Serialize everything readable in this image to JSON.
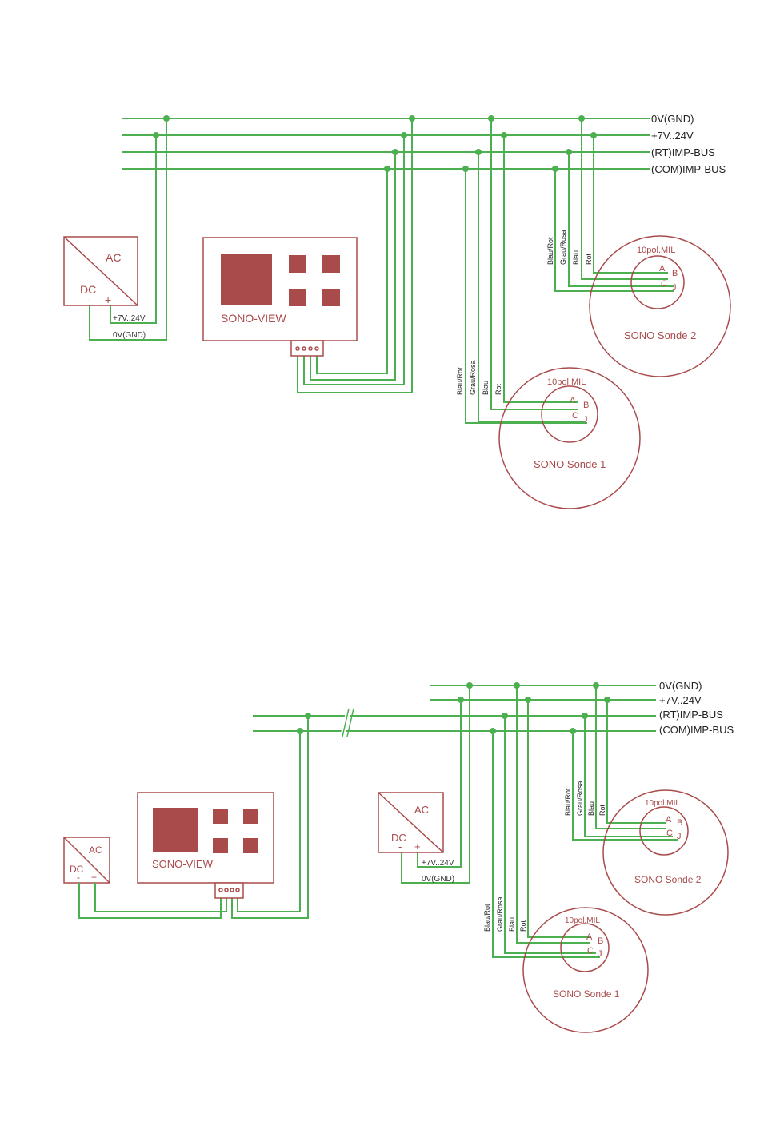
{
  "colors": {
    "wire": "#4CAF50",
    "device": "#A94B4B"
  },
  "bus_labels": [
    "0V(GND)",
    "+7V..24V",
    "(RT)IMP-BUS",
    "(COM)IMP-BUS"
  ],
  "psu": {
    "ac": "AC",
    "dc": "DC",
    "minus": "-",
    "plus": "+",
    "out_plus": "+7V..24V",
    "out_gnd": "0V(GND)"
  },
  "display": {
    "name": "SONO-VIEW"
  },
  "connector": {
    "name": "10pol.MIL",
    "pins": [
      "A",
      "B",
      "C",
      "J"
    ]
  },
  "wires": [
    "Blau/Rot",
    "Grau/Rosa",
    "Blau",
    "Rot"
  ],
  "probes": [
    "SONO Sonde 1",
    "SONO Sonde 2"
  ]
}
